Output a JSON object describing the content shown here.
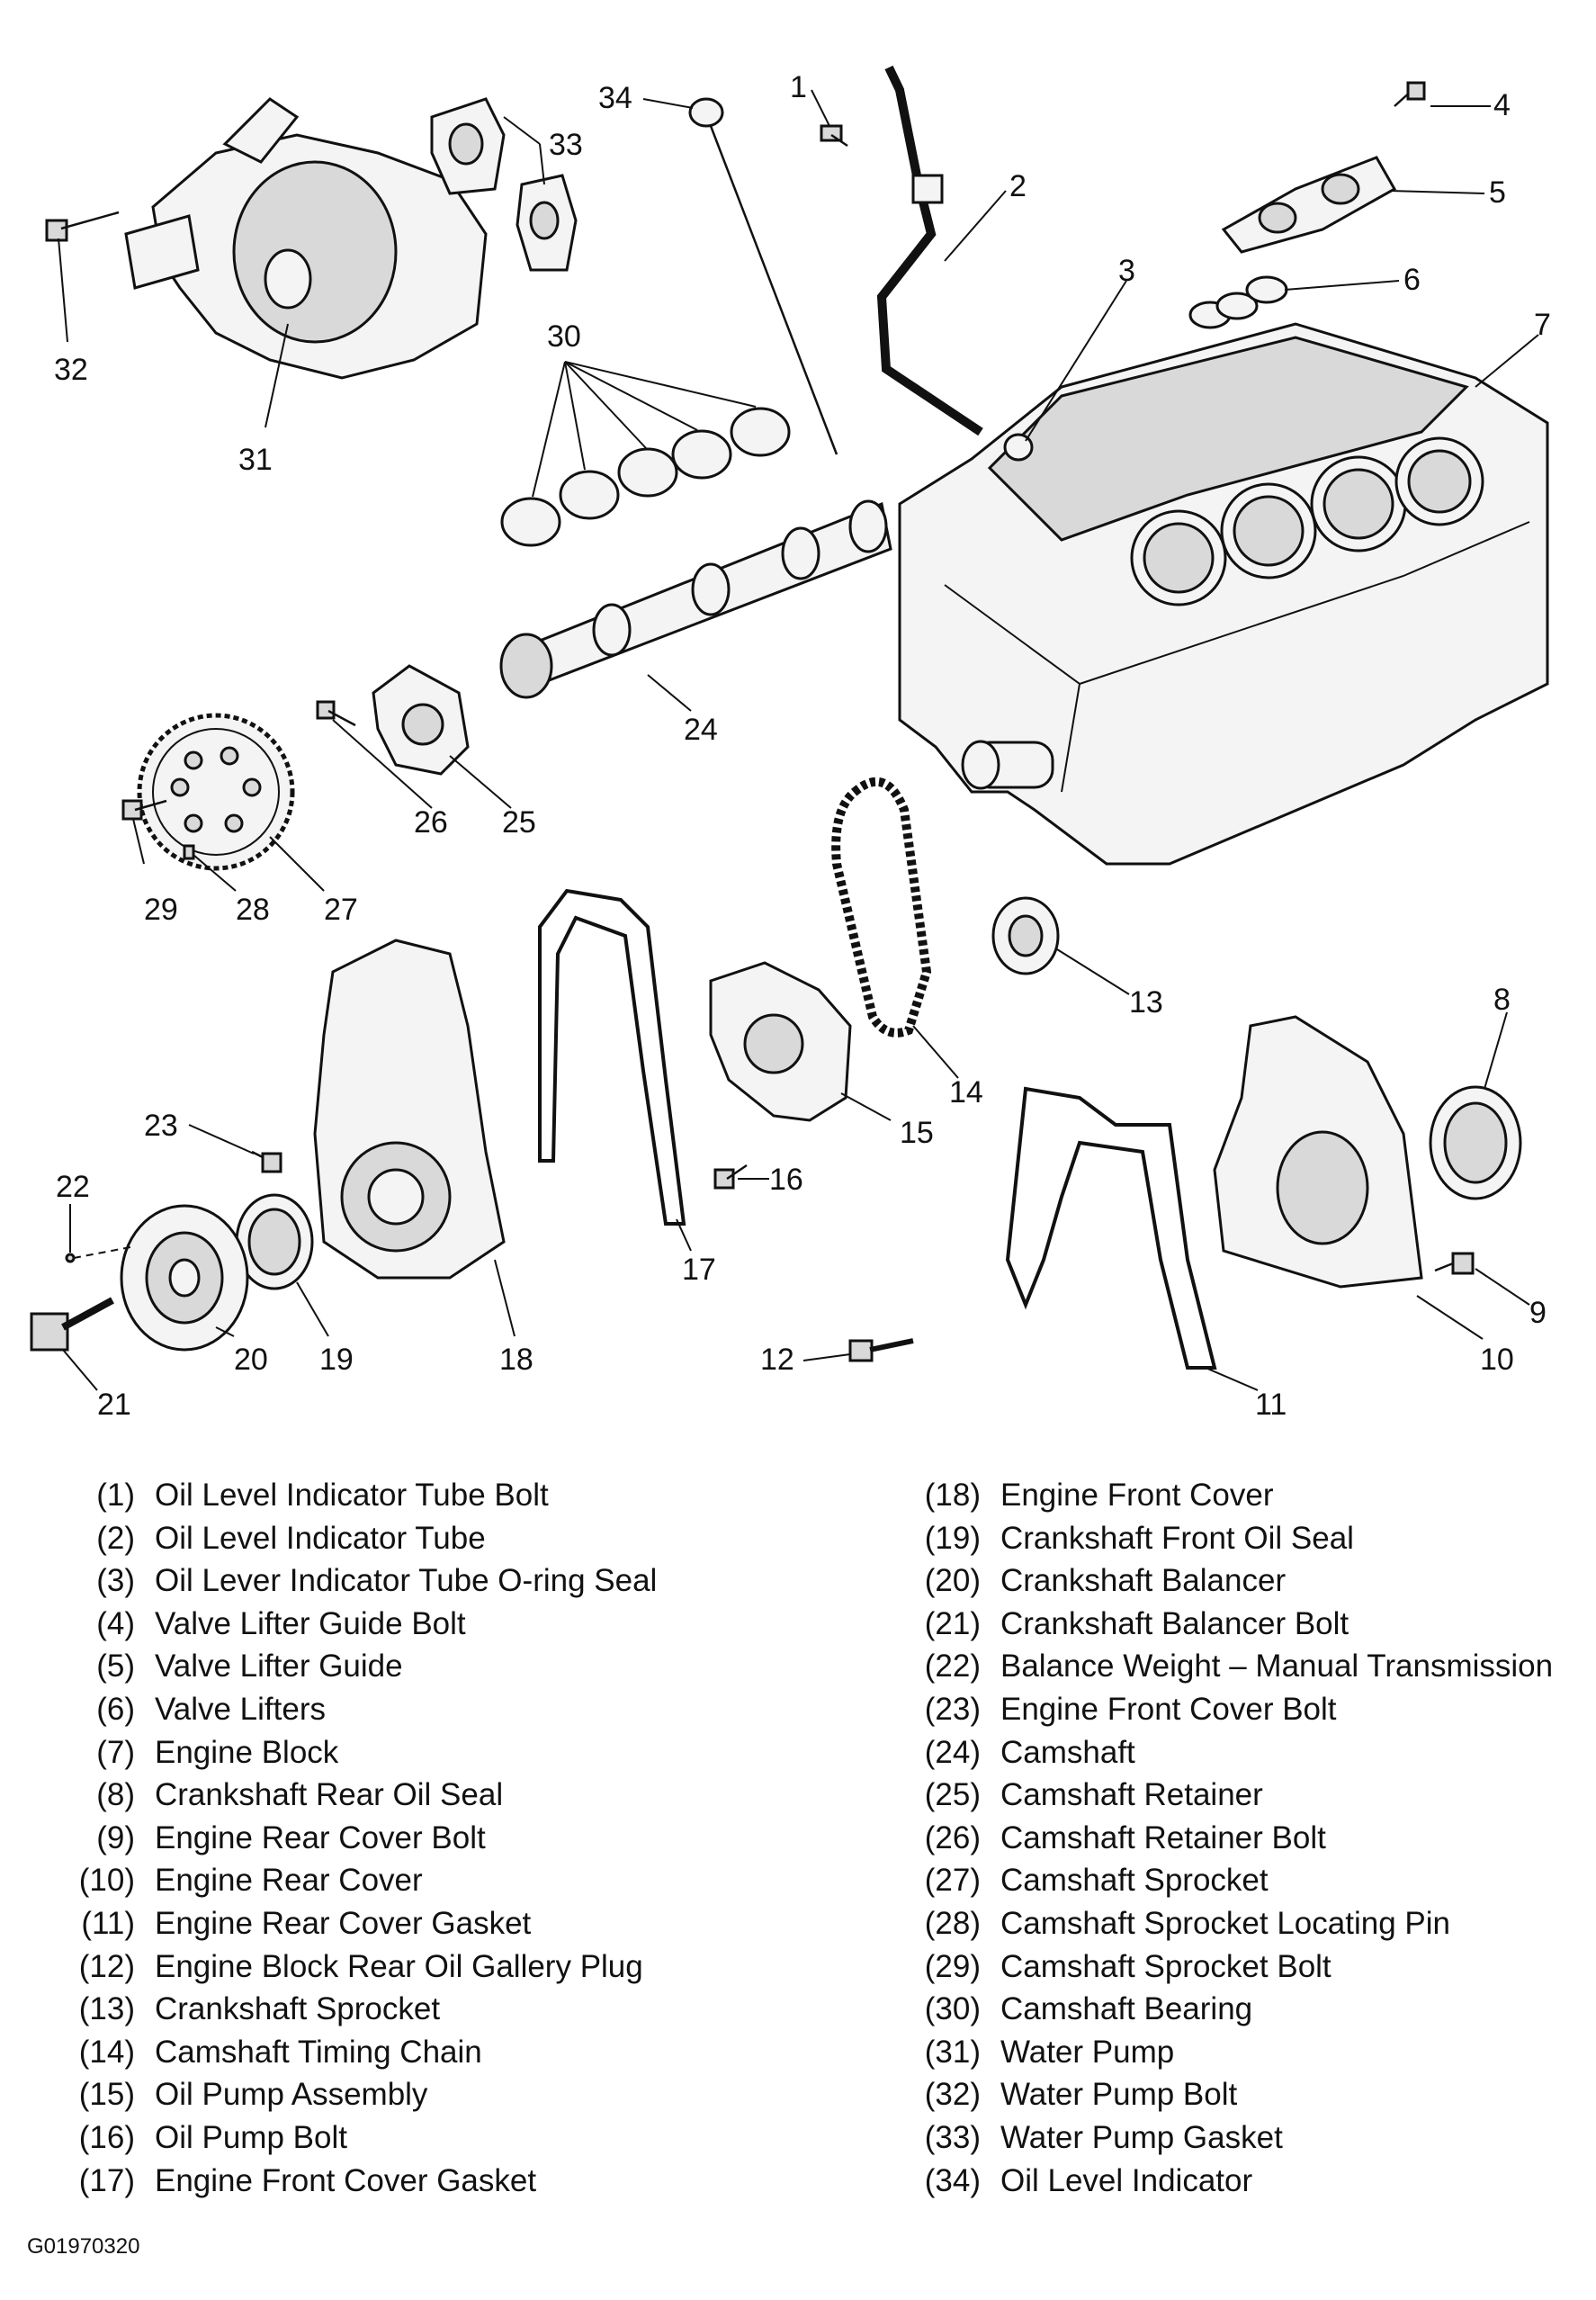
{
  "callouts": [
    "1",
    "2",
    "3",
    "4",
    "5",
    "6",
    "7",
    "8",
    "9",
    "10",
    "11",
    "12",
    "13",
    "14",
    "15",
    "16",
    "17",
    "18",
    "19",
    "20",
    "21",
    "22",
    "23",
    "24",
    "25",
    "26",
    "27",
    "28",
    "29",
    "30",
    "31",
    "32",
    "33",
    "34"
  ],
  "legend_left": [
    {
      "num": "(1)",
      "label": "Oil Level Indicator Tube Bolt"
    },
    {
      "num": "(2)",
      "label": "Oil Level Indicator Tube"
    },
    {
      "num": "(3)",
      "label": "Oil Lever Indicator Tube O-ring Seal"
    },
    {
      "num": "(4)",
      "label": "Valve Lifter Guide Bolt"
    },
    {
      "num": "(5)",
      "label": "Valve Lifter Guide"
    },
    {
      "num": "(6)",
      "label": "Valve Lifters"
    },
    {
      "num": "(7)",
      "label": "Engine Block"
    },
    {
      "num": "(8)",
      "label": "Crankshaft Rear Oil Seal"
    },
    {
      "num": "(9)",
      "label": "Engine Rear Cover Bolt"
    },
    {
      "num": "(10)",
      "label": "Engine Rear Cover"
    },
    {
      "num": "(11)",
      "label": "Engine Rear Cover Gasket"
    },
    {
      "num": "(12)",
      "label": "Engine Block Rear Oil Gallery Plug"
    },
    {
      "num": "(13)",
      "label": "Crankshaft Sprocket"
    },
    {
      "num": "(14)",
      "label": "Camshaft Timing Chain"
    },
    {
      "num": "(15)",
      "label": "Oil Pump Assembly"
    },
    {
      "num": "(16)",
      "label": "Oil Pump Bolt"
    },
    {
      "num": "(17)",
      "label": "Engine Front Cover Gasket"
    }
  ],
  "legend_right": [
    {
      "num": "(18)",
      "label": "Engine Front Cover"
    },
    {
      "num": "(19)",
      "label": "Crankshaft Front Oil Seal"
    },
    {
      "num": "(20)",
      "label": "Crankshaft Balancer"
    },
    {
      "num": "(21)",
      "label": "Crankshaft Balancer Bolt"
    },
    {
      "num": "(22)",
      "label": "Balance Weight – Manual Transmission"
    },
    {
      "num": "(23)",
      "label": "Engine Front Cover Bolt"
    },
    {
      "num": "(24)",
      "label": "Camshaft"
    },
    {
      "num": "(25)",
      "label": "Camshaft Retainer"
    },
    {
      "num": "(26)",
      "label": "Camshaft Retainer Bolt"
    },
    {
      "num": "(27)",
      "label": "Camshaft Sprocket"
    },
    {
      "num": "(28)",
      "label": "Camshaft Sprocket Locating Pin"
    },
    {
      "num": "(29)",
      "label": "Camshaft Sprocket Bolt"
    },
    {
      "num": "(30)",
      "label": "Camshaft Bearing"
    },
    {
      "num": "(31)",
      "label": "Water Pump"
    },
    {
      "num": "(32)",
      "label": "Water Pump Bolt"
    },
    {
      "num": "(33)",
      "label": "Water Pump Gasket"
    },
    {
      "num": "(34)",
      "label": "Oil Level Indicator"
    }
  ],
  "figure_id": "G01970320"
}
